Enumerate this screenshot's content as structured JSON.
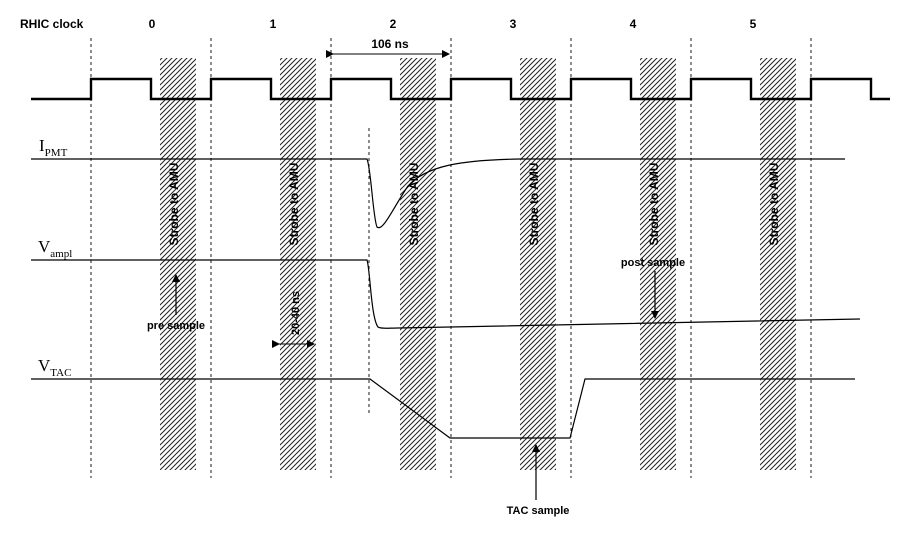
{
  "clock_label": "RHIC clock",
  "clock_numbers": [
    "0",
    "1",
    "2",
    "3",
    "4",
    "5"
  ],
  "period_label": "106 ns",
  "strobe_label": "Strobe to AMU",
  "delay_label": "20-40 ns",
  "signals": {
    "pmt": {
      "main": "I",
      "sub": "PMT"
    },
    "ampl": {
      "main": "V",
      "sub": "ampl"
    },
    "tac": {
      "main": "V",
      "sub": "TAC"
    }
  },
  "annotations": {
    "pre_sample": "pre sample",
    "post_sample": "post sample",
    "tac_sample": "TAC sample"
  }
}
